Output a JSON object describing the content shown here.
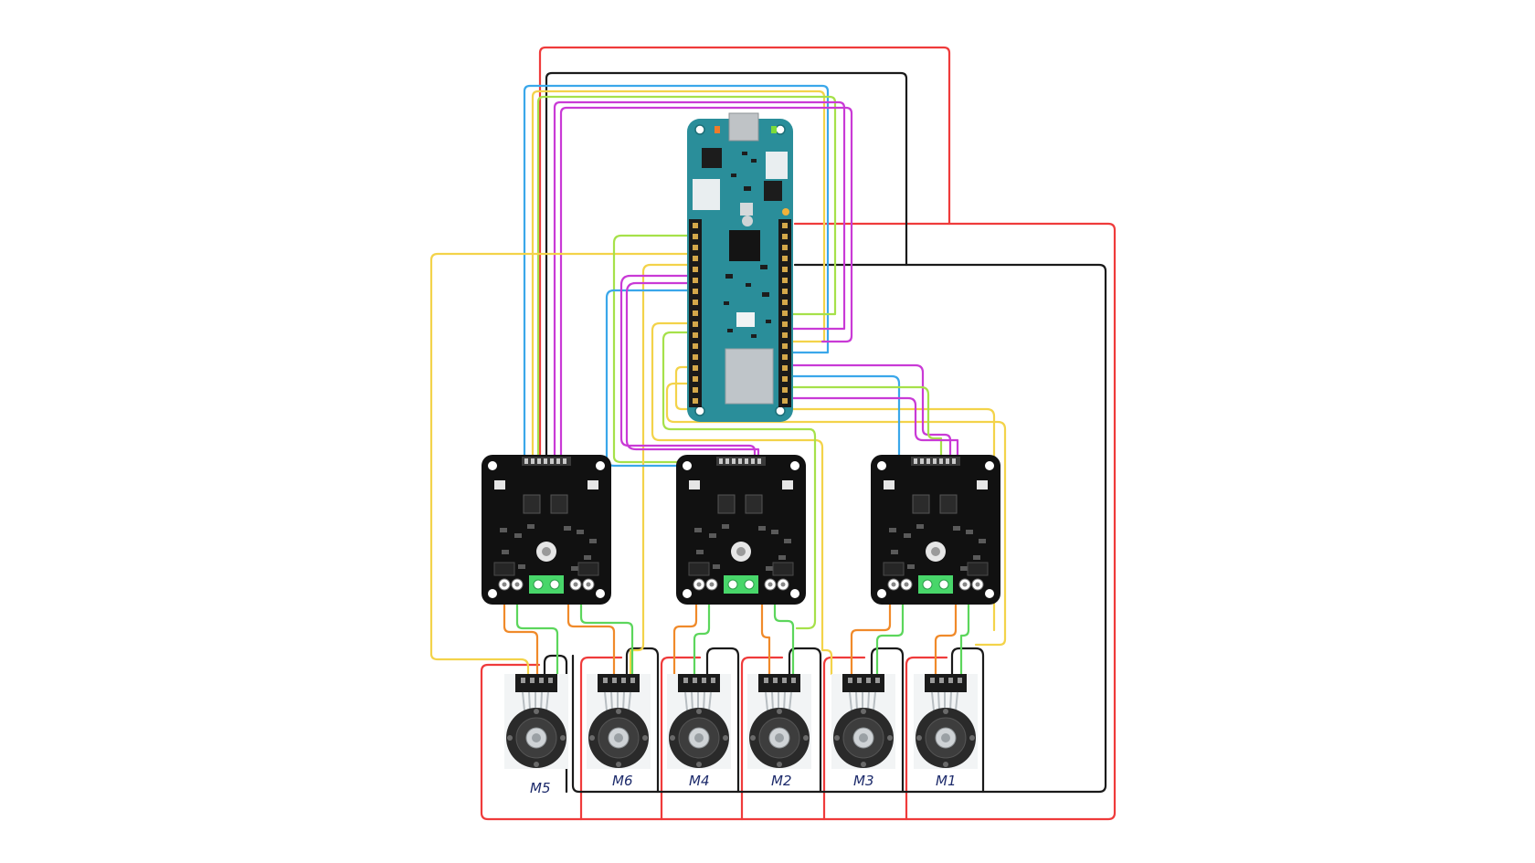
{
  "colors": {
    "power": "#ef3b3b",
    "ground": "#1a1a1a",
    "blue": "#3aa7ea",
    "yellow": "#f3d34a",
    "lime": "#a6e14a",
    "magenta": "#c93ad6",
    "orange": "#f08a2a",
    "green": "#5cd65c",
    "arduino": "#2a8e9a",
    "driver": "#111111",
    "terminal": "#48d66a"
  },
  "components": {
    "microcontroller": "arduino-board",
    "drivers": [
      "motor-driver-left",
      "motor-driver-middle",
      "motor-driver-right"
    ],
    "motors": [
      {
        "id": "motor-m5",
        "label": "M5"
      },
      {
        "id": "motor-m6",
        "label": "M6"
      },
      {
        "id": "motor-m4",
        "label": "M4"
      },
      {
        "id": "motor-m2",
        "label": "M2"
      },
      {
        "id": "motor-m3",
        "label": "M3"
      },
      {
        "id": "motor-m1",
        "label": "M1"
      }
    ]
  }
}
